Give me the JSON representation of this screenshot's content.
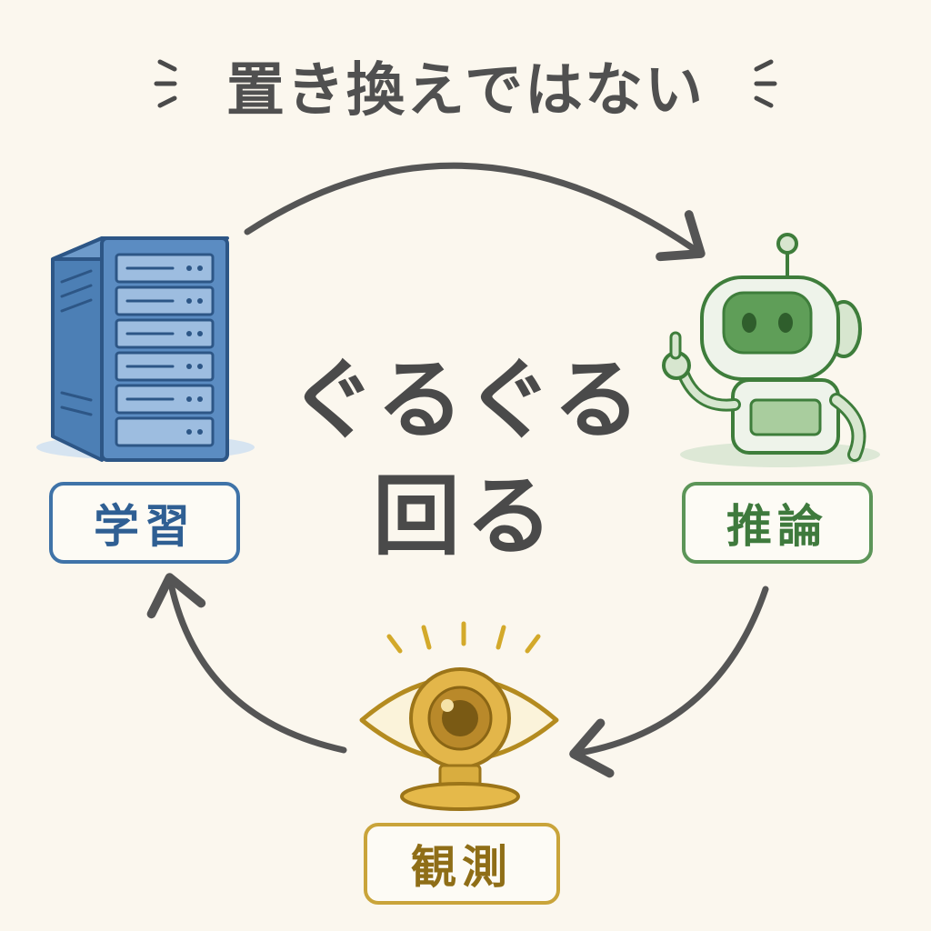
{
  "title": "置き換えではない",
  "center": {
    "line1": "ぐるぐる",
    "line2": "回る"
  },
  "nodes": {
    "learning": {
      "label": "学習",
      "icon": "server-rack-icon",
      "color": "#3f73a8"
    },
    "inference": {
      "label": "推論",
      "icon": "robot-icon",
      "color": "#5c9558"
    },
    "observation": {
      "label": "観測",
      "icon": "eye-sensor-icon",
      "color": "#c9a43a"
    }
  },
  "colors": {
    "background": "#fbf7ee",
    "text": "#4a4a4a",
    "arrow": "#555555"
  }
}
